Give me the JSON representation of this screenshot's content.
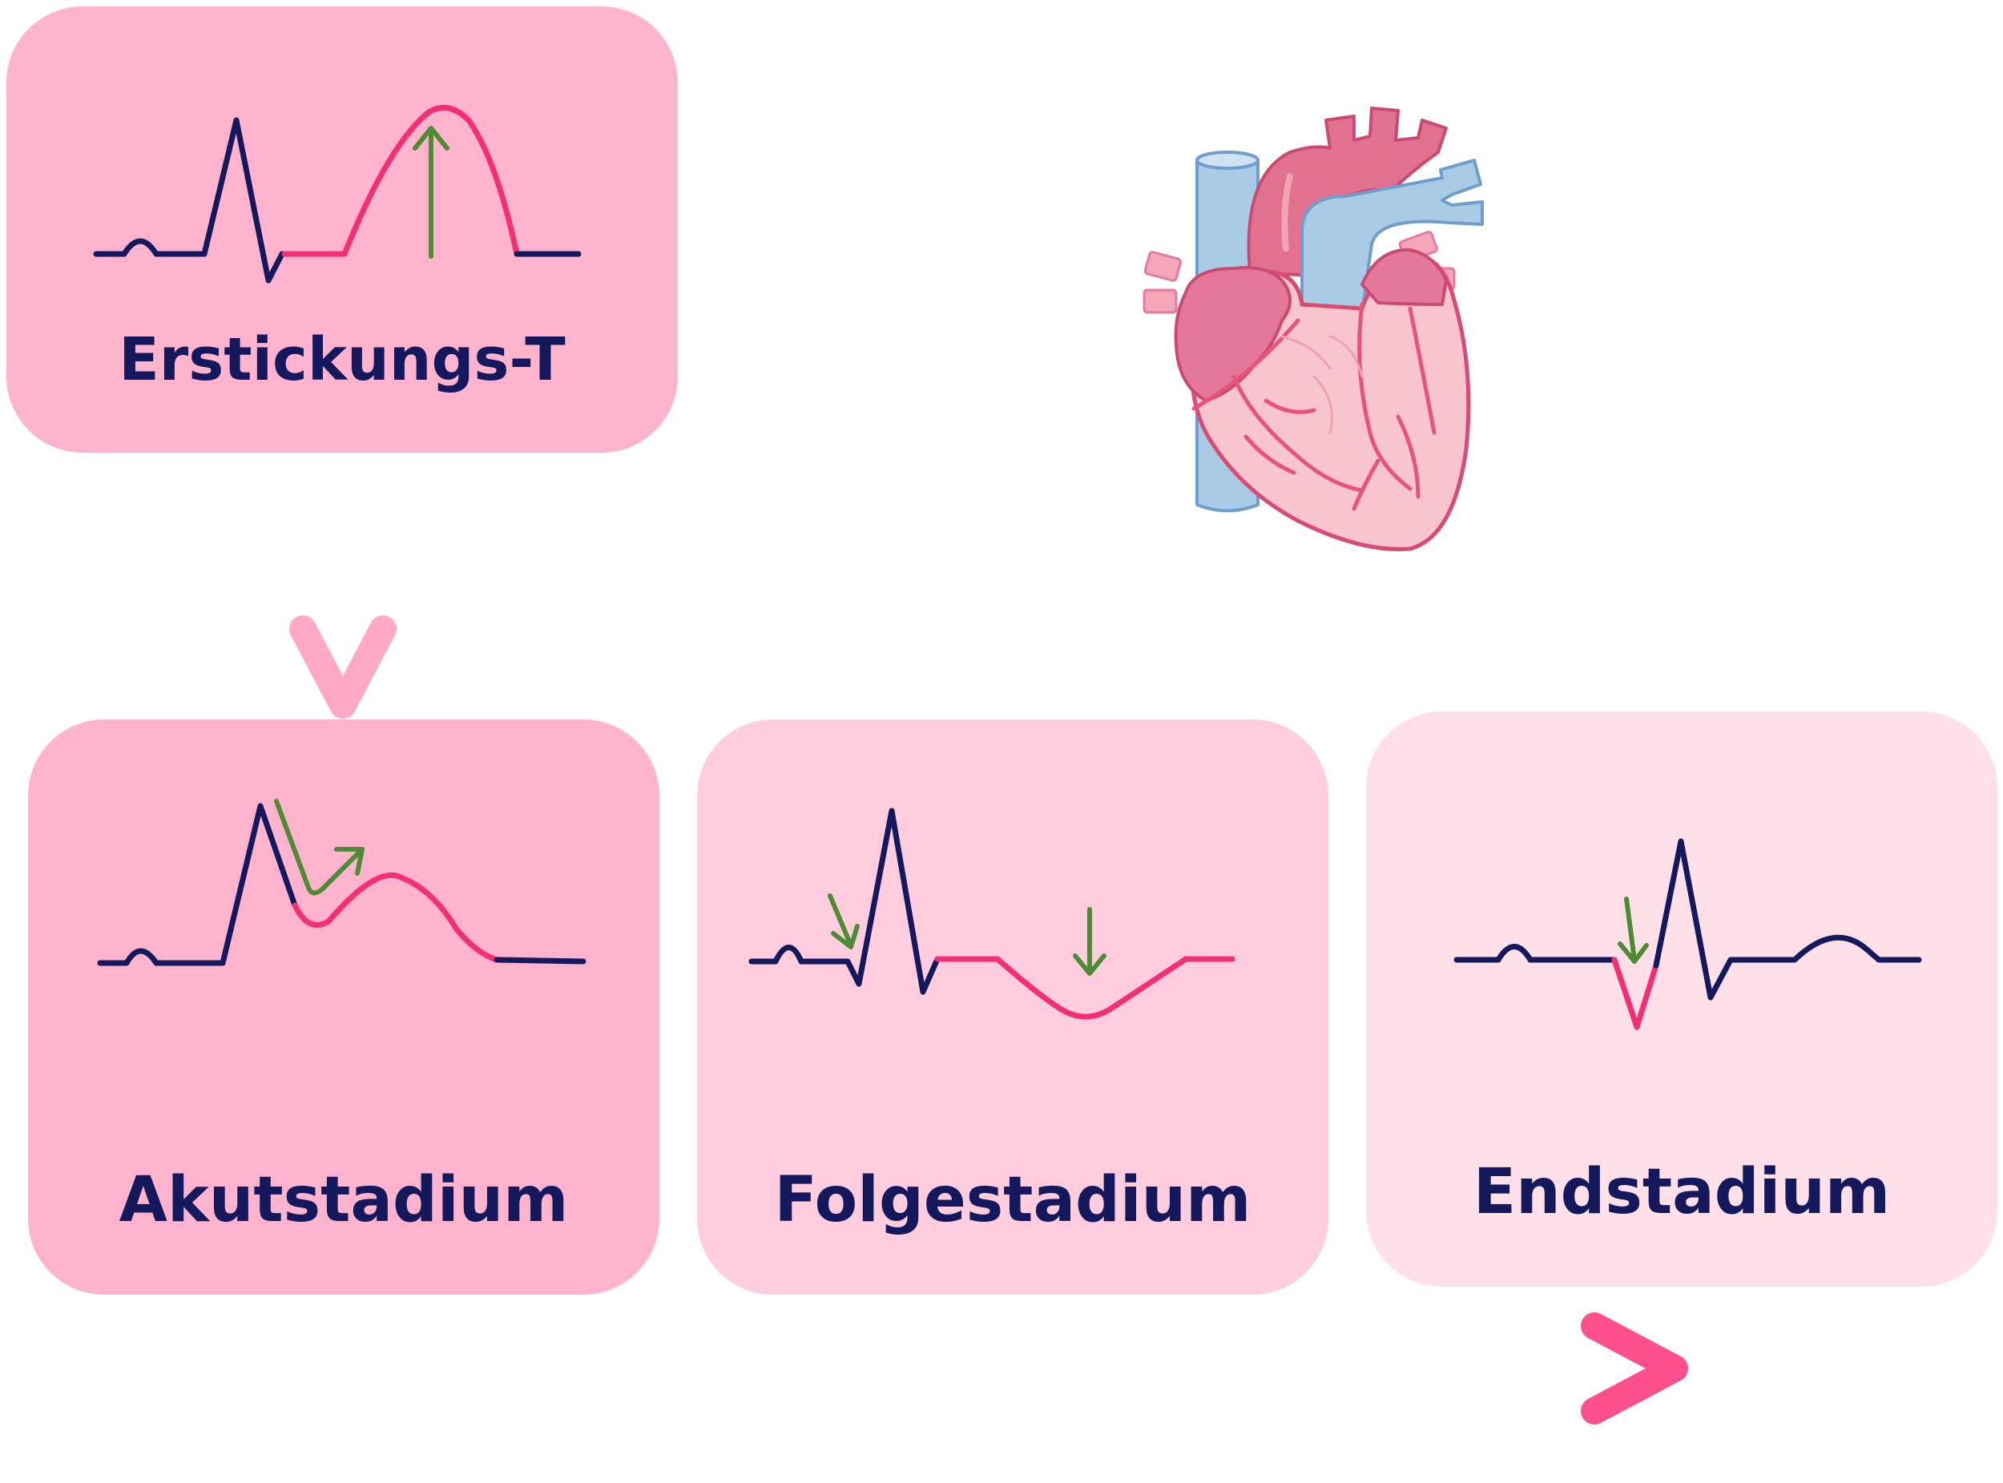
{
  "stages": {
    "top": {
      "label": "Erstickungs-T",
      "color": "#ffb3cd"
    },
    "acute": {
      "label": "Akutstadium",
      "color": "#ffb3cd"
    },
    "follow": {
      "label": "Folgestadium",
      "color": "#ffcddd"
    },
    "end": {
      "label": "Endstadium",
      "color": "#ffdfe8"
    }
  },
  "colors": {
    "trace": "#13195c",
    "highlight": "#f52f76",
    "marker_arrow": "#4e8b34",
    "flow_arrow": "#ff6fa0"
  },
  "icons": {
    "heart": "heart-anatomy-icon"
  }
}
